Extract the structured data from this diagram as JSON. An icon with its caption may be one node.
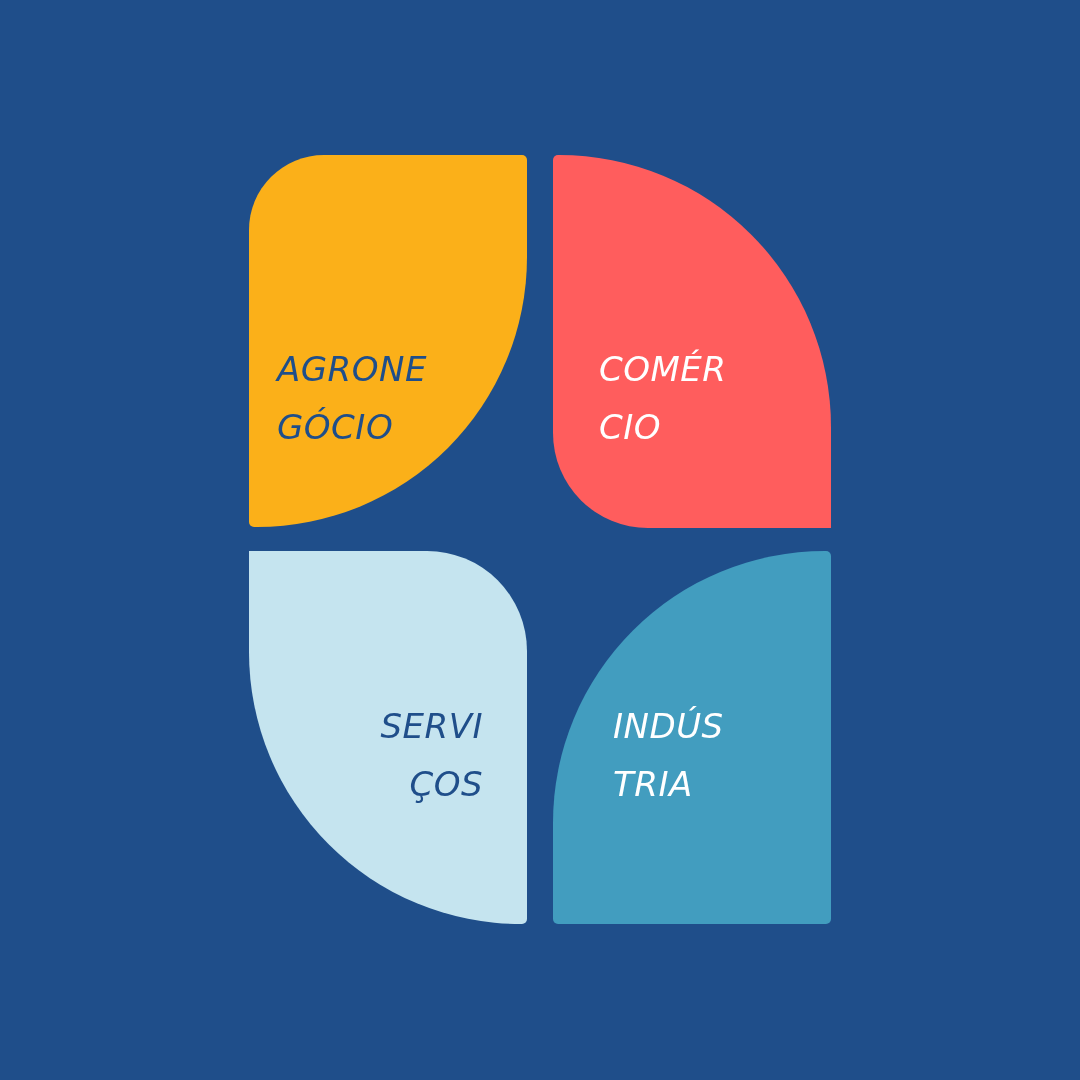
{
  "diagram": {
    "nodes": [
      {
        "text": [
          "AGRONE GÓCIO"
        ]
      },
      {
        "text": [
          "COMÉR CIO"
        ]
      },
      {
        "text": [
          "SERVI ÇOS"
        ]
      },
      {
        "text": [
          "INDÚS TRIA"
        ]
      }
    ]
  }
}
